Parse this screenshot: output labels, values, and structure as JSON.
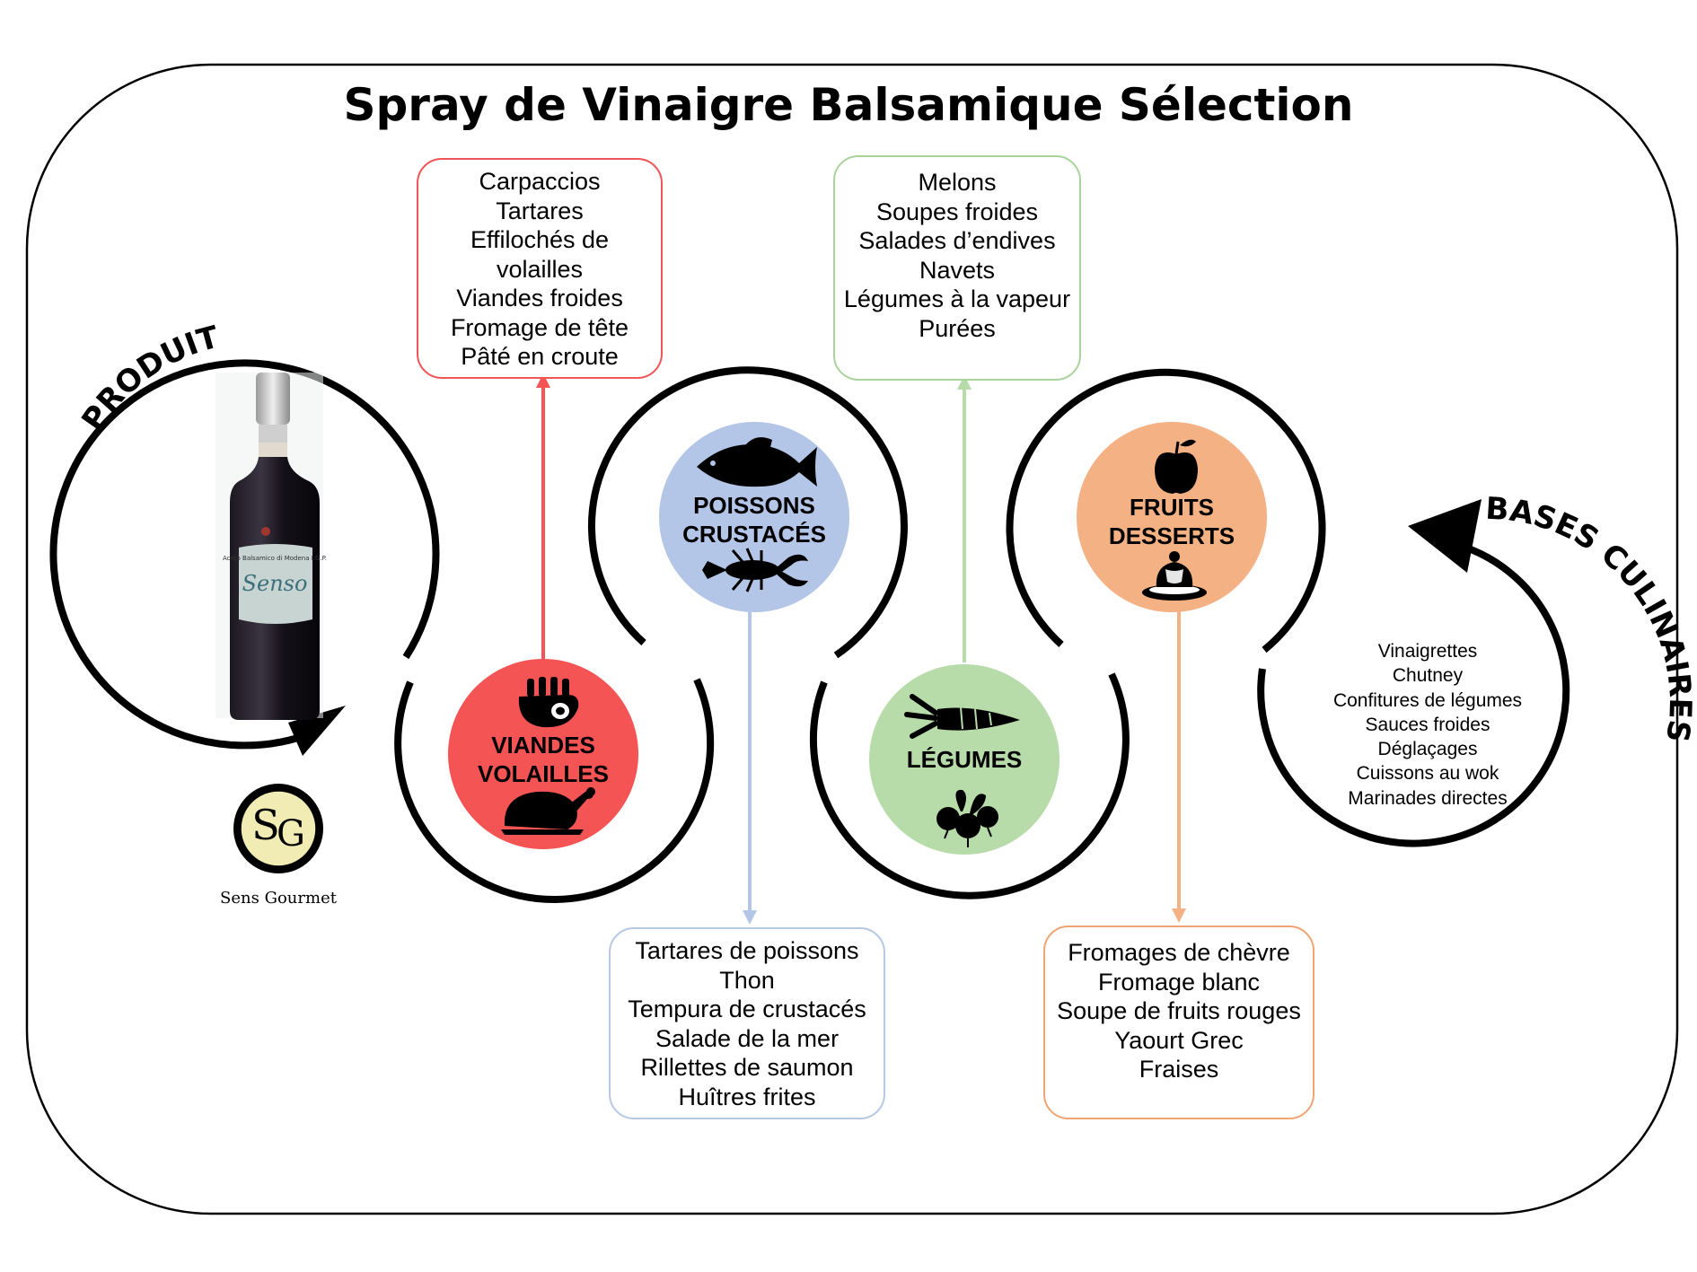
{
  "title": "Spray de Vinaigre Balsamique Sélection",
  "curved_labels": {
    "produit": "PRODUIT",
    "bases": "BASES CULINAIRES"
  },
  "categories": [
    {
      "id": "viandes",
      "lines": [
        "VIANDES",
        "VOLAILLES"
      ],
      "color": "#f45454",
      "icons": [
        "rack-of-lamb-icon",
        "roast-chicken-icon"
      ]
    },
    {
      "id": "poissons",
      "lines": [
        "POISSONS",
        "CRUSTACÉS"
      ],
      "color": "#b4c6e7",
      "icons": [
        "fish-icon",
        "lobster-icon"
      ]
    },
    {
      "id": "legumes",
      "lines": [
        "LÉGUMES"
      ],
      "color": "#b7dcaa",
      "icons": [
        "carrot-icon",
        "radish-icon"
      ]
    },
    {
      "id": "fruits",
      "lines": [
        "FRUITS",
        "DESSERTS"
      ],
      "color": "#f4b183",
      "icons": [
        "apple-icon",
        "pudding-icon"
      ]
    }
  ],
  "boxes": {
    "viandes": [
      "Carpaccios",
      "Tartares",
      "Effilochés de",
      "volailles",
      "Viandes froides",
      "Fromage de tête",
      "Pâté en croute"
    ],
    "poissons": [
      "Tartares de poissons",
      "Thon",
      "Tempura de crustacés",
      "Salade de la mer",
      "Rillettes de saumon",
      "Huîtres frites"
    ],
    "legumes": [
      "Melons",
      "Soupes froides",
      "Salades d’endives",
      "Navets",
      "Légumes à la vapeur",
      "Purées"
    ],
    "fruits": [
      "Fromages de chèvre",
      "Fromage blanc",
      "Soupe de fruits rouges",
      "Yaourt Grec",
      "Fraises"
    ]
  },
  "bases_culinaires": [
    "Vinaigrettes",
    "Chutney",
    "Confitures de légumes",
    "Sauces froides",
    "Déglaçages",
    "Cuissons au wok",
    "Marinades directes"
  ],
  "product": {
    "bottle_brand": "Senso",
    "bottle_label_text": "Aceto Balsamico di Modena I.G.P."
  },
  "brand": {
    "monogram": "SG",
    "name": "Sens Gourmet"
  },
  "colors": {
    "red": "#f45454",
    "blue": "#b4c6e7",
    "green": "#b7dcaa",
    "orange": "#f4b183",
    "ink": "#000000"
  }
}
